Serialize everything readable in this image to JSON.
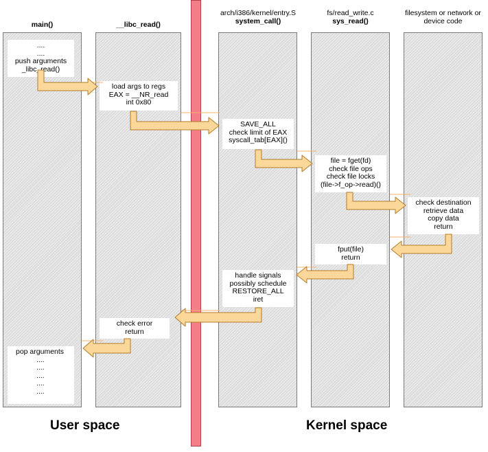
{
  "columns": [
    {
      "id": "main",
      "header_lines": [],
      "header_bold": "main()"
    },
    {
      "id": "libc",
      "header_lines": [],
      "header_bold": "__libc_read()"
    },
    {
      "id": "syscall",
      "header_lines": [
        "arch/i386/kernel/entry.S"
      ],
      "header_bold": "system_call()"
    },
    {
      "id": "sysread",
      "header_lines": [
        "fs/read_write.c"
      ],
      "header_bold": "sys_read()"
    },
    {
      "id": "fs",
      "header_lines": [
        "filesystem or network or",
        "device code"
      ],
      "header_bold": ""
    }
  ],
  "boxes": {
    "main_top": [
      "....",
      "....",
      "push arguments",
      "_libc_read()"
    ],
    "libc_load": [
      "load args to regs",
      "EAX = __NR_read",
      "int 0x80"
    ],
    "syscall_save": [
      "SAVE_ALL",
      "check limit of EAX",
      "syscall_tab[EAX]()"
    ],
    "sysread_file": [
      "file = fget(fd)",
      "check file ops",
      "check file locks",
      "(file->f_op->read)()"
    ],
    "fs_check": [
      "check destination",
      "retrieve data",
      "copy data",
      "return"
    ],
    "sysread_fput": [
      "fput(file)",
      "return"
    ],
    "syscall_handle": [
      "handle signals",
      "possibly schedule",
      "RESTORE_ALL",
      "iret"
    ],
    "libc_check": [
      "check error",
      "return"
    ],
    "main_pop": [
      "pop arguments",
      "....",
      "....",
      "....",
      "....",
      "...."
    ]
  },
  "labels": {
    "user_space": "User space",
    "kernel_space": "Kernel space"
  },
  "colors": {
    "arrow_fill": "#fbd79a",
    "arrow_stroke": "#b07a2a",
    "divider": "#f47e88",
    "column": "#dcdcdc"
  }
}
